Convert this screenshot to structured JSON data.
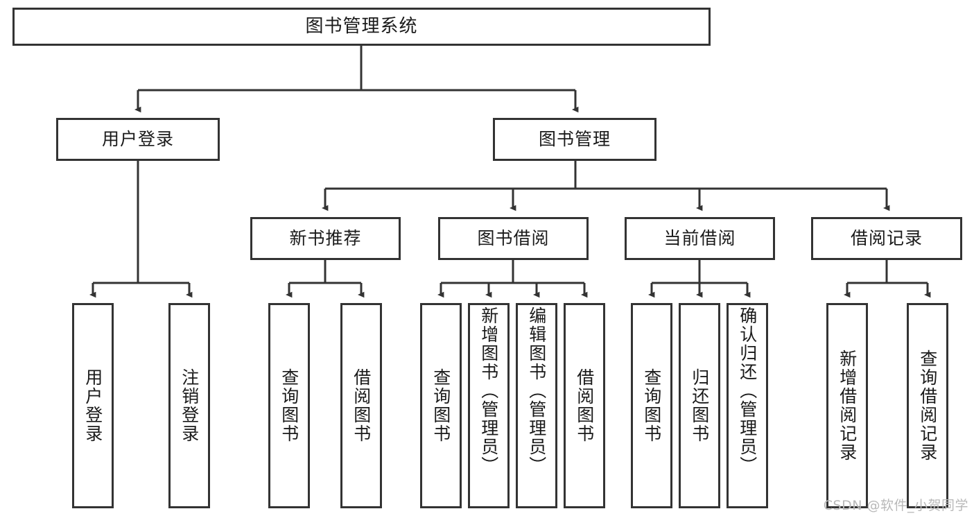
{
  "diagram": {
    "title": "图书管理系统",
    "type": "hierarchy-tree",
    "watermark": "CSDN @软件_小贺同学",
    "colors": {
      "border": "#333333",
      "background": "#ffffff",
      "text": "#1a1a1a",
      "watermark": "#b9b9b9"
    },
    "levels": {
      "root": {
        "label": "图书管理系统"
      },
      "level2": [
        {
          "id": "user-login",
          "label": "用户登录"
        },
        {
          "id": "book-management",
          "label": "图书管理"
        }
      ],
      "level3": [
        {
          "id": "new-book-recommend",
          "label": "新书推荐"
        },
        {
          "id": "book-borrow",
          "label": "图书借阅"
        },
        {
          "id": "current-borrow",
          "label": "当前借阅"
        },
        {
          "id": "borrow-record",
          "label": "借阅记录"
        }
      ],
      "leaves": {
        "user_login": [
          {
            "id": "leaf-user-login",
            "label": "用户登录"
          },
          {
            "id": "leaf-logout-login",
            "label": "注销登录"
          }
        ],
        "new_book_recommend": [
          {
            "id": "leaf-query-book-1",
            "label": "查询图书"
          },
          {
            "id": "leaf-borrow-book-1",
            "label": "借阅图书"
          }
        ],
        "book_borrow": [
          {
            "id": "leaf-query-book-2",
            "label": "查询图书"
          },
          {
            "id": "leaf-add-book",
            "label": "新增图书（管理员）"
          },
          {
            "id": "leaf-edit-book",
            "label": "编辑图书（管理员）"
          },
          {
            "id": "leaf-borrow-book-2",
            "label": "借阅图书"
          }
        ],
        "current_borrow": [
          {
            "id": "leaf-query-book-3",
            "label": "查询图书"
          },
          {
            "id": "leaf-return-book",
            "label": "归还图书"
          },
          {
            "id": "leaf-confirm-return",
            "label": "确认归还（管理员）"
          }
        ],
        "borrow_record": [
          {
            "id": "leaf-add-borrow-record",
            "label": "新增借阅记录"
          },
          {
            "id": "leaf-query-borrow-record",
            "label": "查询借阅记录"
          }
        ]
      }
    }
  }
}
